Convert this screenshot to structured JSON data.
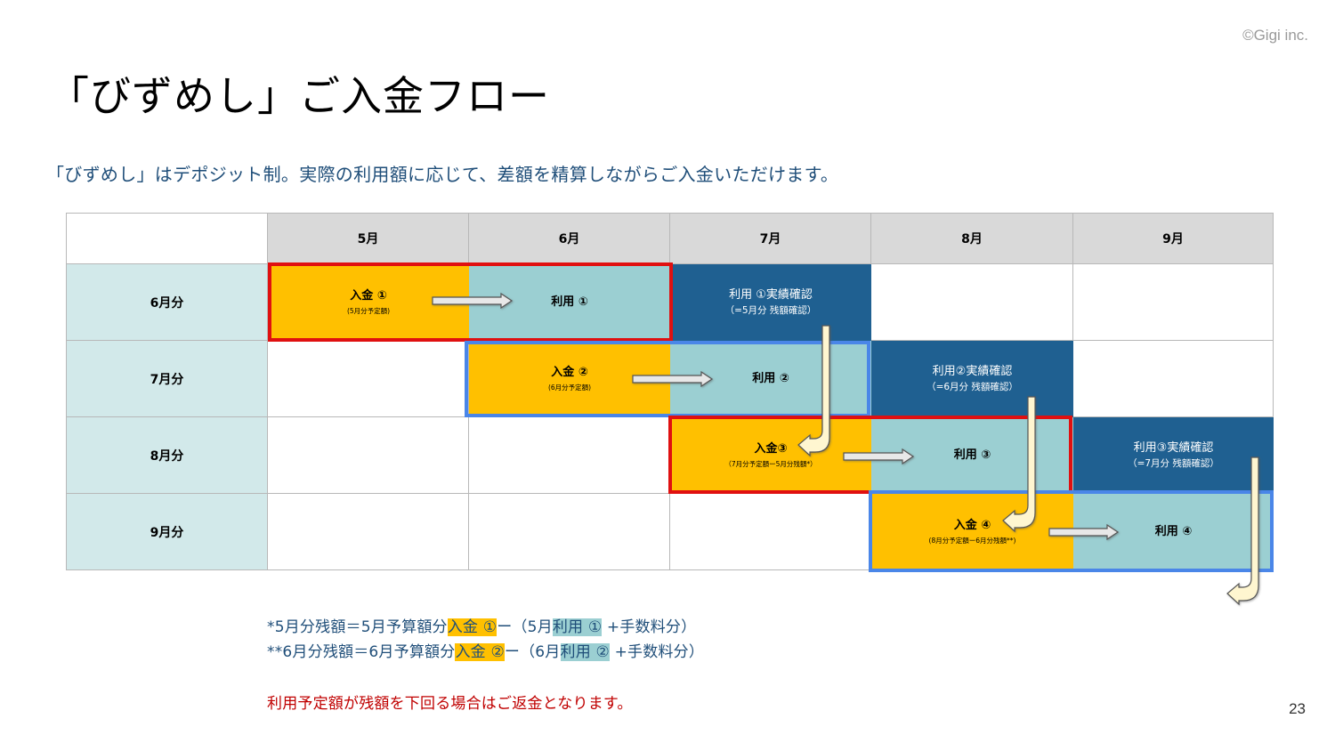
{
  "copyright": "©Gigi inc.",
  "title": "「びずめし」ご入金フロー",
  "subtitle": "「びずめし」はデポジット制。実際の利用額に応じて、差額を精算しながらご入金いただけます。",
  "page_number": "23",
  "table": {
    "columns": [
      "5月",
      "6月",
      "7月",
      "8月",
      "9月"
    ],
    "rows": [
      "6月分",
      "7月分",
      "8月分",
      "9月分"
    ],
    "blocks": {
      "deposit1": {
        "label": "入金 ①",
        "note": "(5月分予定額)"
      },
      "use1": {
        "label": "利用 ①"
      },
      "confirm1": {
        "label": "利用 ①実績確認",
        "note": "（=5月分 残額確認）"
      },
      "deposit2": {
        "label": "入金 ②",
        "note": "(6月分予定額)"
      },
      "use2": {
        "label": "利用 ②"
      },
      "confirm2": {
        "label": "利用②実績確認",
        "note": "（=6月分 残額確認）"
      },
      "deposit3": {
        "label": "入金③",
        "note": "（7月分予定額ー5月分残額*）"
      },
      "use3": {
        "label": "利用 ③"
      },
      "confirm3": {
        "label": "利用③実績確認",
        "note": "（=7月分 残額確認）"
      },
      "deposit4": {
        "label": "入金 ④",
        "note": "(8月分予定額ー6月分残額**)"
      },
      "use4": {
        "label": "利用 ④"
      }
    }
  },
  "notes": {
    "line1": {
      "prefix": "*5月分残額＝5月予算額分",
      "dep": "入金 ①",
      "mid": "ー（5月",
      "use": "利用 ①",
      "suffix": " +手数料分）"
    },
    "line2": {
      "prefix": "**6月分残額＝6月予算額分",
      "dep": "入金 ②",
      "mid": "ー（6月",
      "use": "利用 ②",
      "suffix": " +手数料分）"
    },
    "refund": "利用予定額が残額を下回る場合はご返金となります。"
  },
  "colors": {
    "deposit": "#ffc000",
    "use": "#9bcfd2",
    "confirm": "#1f6091",
    "outline_red": "#e01010",
    "outline_blue": "#4a86e8",
    "header_gray": "#d9d9d9",
    "row_header": "#d2e9ea"
  }
}
